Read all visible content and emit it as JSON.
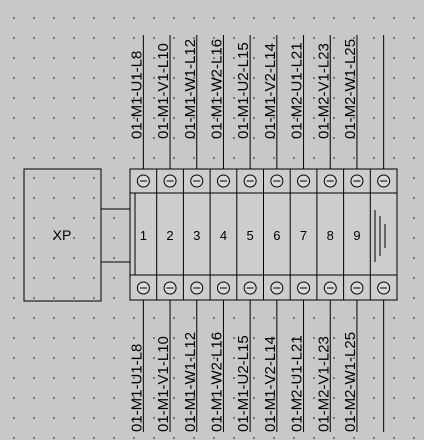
{
  "device": {
    "label": "XP"
  },
  "terminals": [
    {
      "number": "1",
      "top_wire": "01-M1-U1-L8",
      "bottom_wire": "01-M1-U1-L8"
    },
    {
      "number": "2",
      "top_wire": "01-M1-V1-L10",
      "bottom_wire": "01-M1-V1-L10"
    },
    {
      "number": "3",
      "top_wire": "01-M1-W1-L12",
      "bottom_wire": "01-M1-W1-L12"
    },
    {
      "number": "4",
      "top_wire": "01-M1-W2-L16",
      "bottom_wire": "01-M1-W2-L16"
    },
    {
      "number": "5",
      "top_wire": "01-M1-U2-L15",
      "bottom_wire": "01-M1-U2-L15"
    },
    {
      "number": "6",
      "top_wire": "01-M1-V2-L14",
      "bottom_wire": "01-M1-V2-L14"
    },
    {
      "number": "7",
      "top_wire": "01-M2-U1-L21",
      "bottom_wire": "01-M2-U1-L21"
    },
    {
      "number": "8",
      "top_wire": "01-M2-V1-L23",
      "bottom_wire": "01-M2-V1-L23"
    },
    {
      "number": "9",
      "top_wire": "01-M2-W1-L25",
      "bottom_wire": "01-M2-W1-L25"
    }
  ],
  "ground_terminal": {
    "icon": "ground-icon"
  },
  "screw_icon": "screw-icon"
}
